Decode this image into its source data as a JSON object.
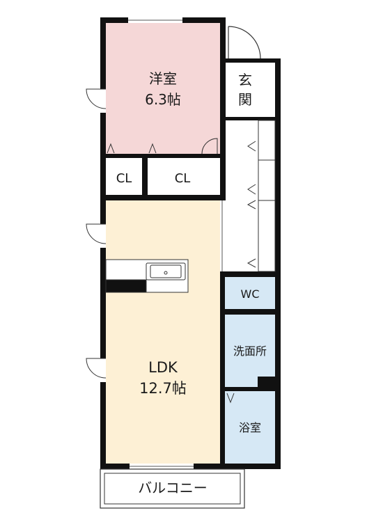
{
  "rooms": {
    "western": {
      "name": "洋室",
      "size": "6.3帖",
      "color": "#f5d7d7"
    },
    "ldk": {
      "name": "LDK",
      "size": "12.7帖",
      "color": "#fdf0d5"
    },
    "closet_left": {
      "name": "CL"
    },
    "closet_right": {
      "name": "CL"
    },
    "entrance": {
      "name_line1": "玄",
      "name_line2": "関"
    },
    "wc": {
      "name": "WC",
      "color": "#d6e8f5"
    },
    "washroom": {
      "name": "洗面所",
      "color": "#d6e8f5"
    },
    "bathroom": {
      "name": "浴室",
      "color": "#d6e8f5"
    },
    "balcony": {
      "name": "バルコニー"
    }
  },
  "colors": {
    "wall": "#111111",
    "line": "#555555"
  }
}
